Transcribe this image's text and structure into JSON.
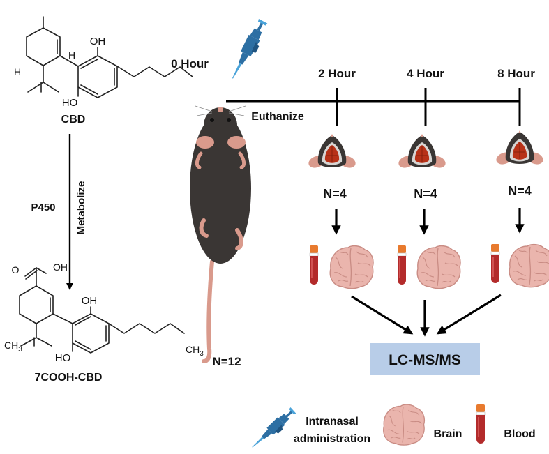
{
  "timeline": {
    "start_label": "0 Hour",
    "points": [
      "2 Hour",
      "4 Hour",
      "8 Hour"
    ],
    "action_label": "Euthanize"
  },
  "groups": {
    "n_labels": [
      "N=4",
      "N=4",
      "N=4"
    ],
    "total_label": "N=12"
  },
  "chemistry": {
    "parent_name": "CBD",
    "metabolite_name": "7COOH-CBD",
    "enzyme_label": "P450",
    "process_label": "Metabolize",
    "atoms": {
      "oh": "OH",
      "ho": "HO",
      "h": "H",
      "ch3": "CH",
      "ch3_sub": "3",
      "cooh_oh": "OH"
    }
  },
  "analysis_label": "LC-MS/MS",
  "legend": {
    "intranasal_line1": "Intranasal",
    "intranasal_line2": "administration",
    "brain": "Brain",
    "blood": "Blood"
  },
  "colors": {
    "analysis_box": "#b8cde8",
    "mouse_body": "#3a3634",
    "mouse_skin": "#d99a8c",
    "brain": "#eab5ad",
    "blood_tube": "#b32b2b",
    "blood_cap": "#e87a2e",
    "pipette": "#2d6fa3"
  },
  "icons": [
    "pipette-icon",
    "mouse-icon",
    "mouse-head-icon",
    "brain-icon",
    "blood-tube-icon"
  ]
}
